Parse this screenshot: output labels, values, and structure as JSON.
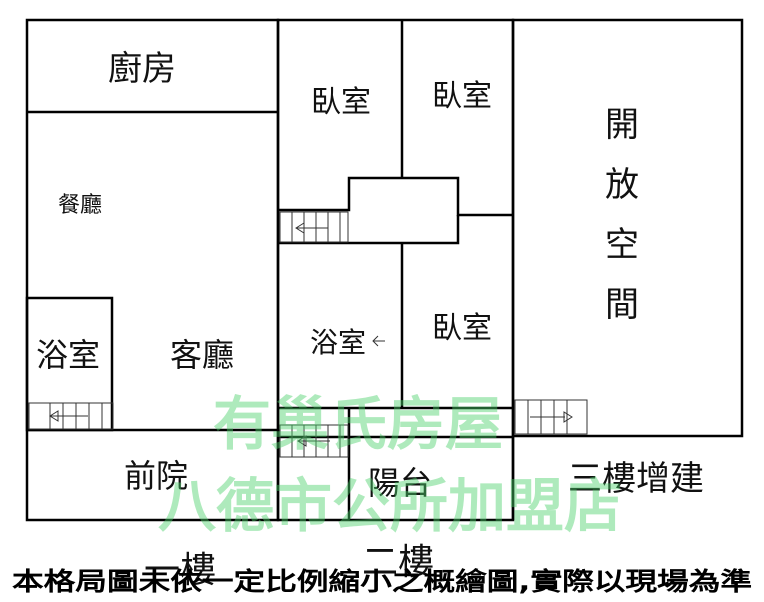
{
  "rooms": {
    "kitchen": "廚房",
    "dining": "餐廳",
    "bath_left": "浴室",
    "living": "客廳",
    "front_yard": "前院",
    "bedroom_1": "臥室",
    "bedroom_2": "臥室",
    "bath_mid": "浴室",
    "bedroom_3": "臥室",
    "balcony": "陽台",
    "open_space": [
      "開",
      "放",
      "空",
      "間"
    ],
    "third_floor_ext": "三樓增建"
  },
  "floor_labels": {
    "first": "一樓",
    "second": "二樓"
  },
  "watermark": {
    "line1": "有巢氏房屋",
    "line2": "八德市公所加盟店"
  },
  "disclaimer": "本格局圖未依一定比例縮小之概繪圖,實際以現場為準",
  "colors": {
    "walls": "#000000",
    "watermark": "#4cd16a",
    "background": "#ffffff"
  }
}
